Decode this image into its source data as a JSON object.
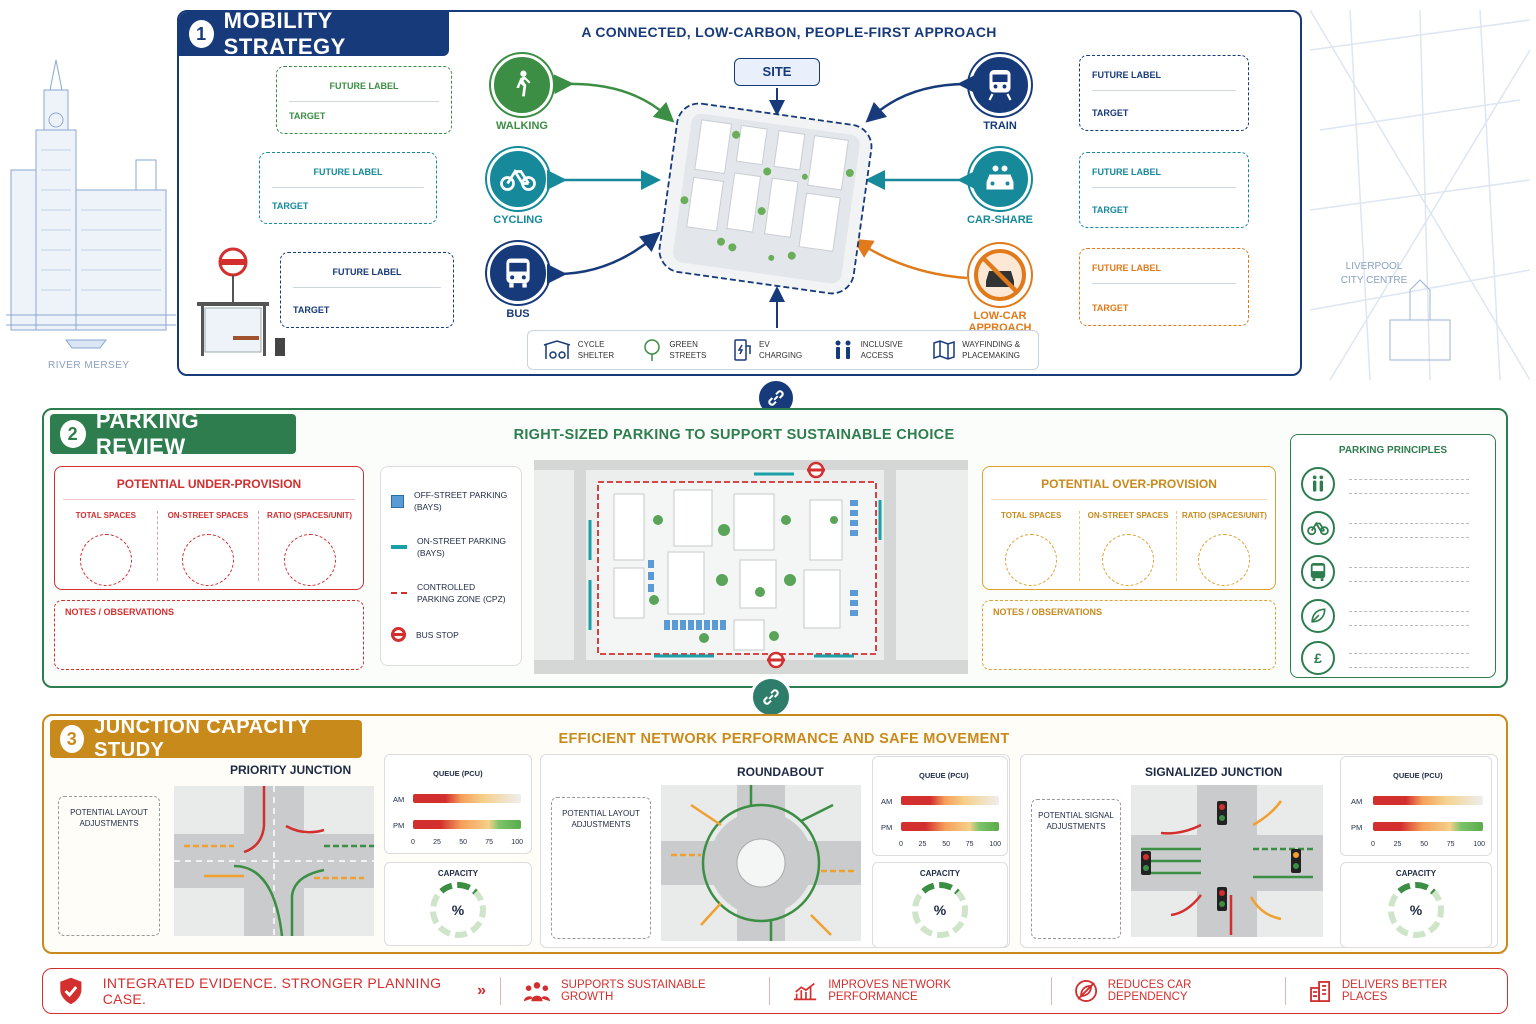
{
  "background": {
    "river_label": "RIVER MERSEY",
    "city_label": "LIVERPOOL CITY CENTRE"
  },
  "s1": {
    "num": "1",
    "title": "MOBILITY STRATEGY",
    "subtitle": "A CONNECTED, LOW-CARBON, PEOPLE-FIRST APPROACH",
    "site": "SITE",
    "modes": {
      "walking": "WALKING",
      "cycling": "CYCLING",
      "bus": "BUS",
      "train": "TRAIN",
      "carshare": "CAR-SHARE",
      "lowcar": "LOW-CAR APPROACH"
    },
    "future": "FUTURE LABEL",
    "target": "TARGET",
    "features": [
      "CYCLE SHELTER",
      "GREEN STREETS",
      "EV CHARGING",
      "INCLUSIVE ACCESS",
      "WAYFINDING & PLACEMAKING"
    ],
    "colors": {
      "navy": "#173a7a",
      "walk": "#3b8e43",
      "teal": "#16899a",
      "orange": "#e07a1a"
    }
  },
  "s2": {
    "num": "2",
    "title": "PARKING REVIEW",
    "subtitle": "RIGHT-SIZED PARKING TO SUPPORT SUSTAINABLE CHOICE",
    "under": "POTENTIAL UNDER-PROVISION",
    "over": "POTENTIAL OVER-PROVISION",
    "cols": [
      "TOTAL SPACES",
      "ON-STREET SPACES",
      "RATIO (SPACES/UNIT)"
    ],
    "notes": "NOTES / OBSERVATIONS",
    "legend": [
      "OFF-STREET PARKING (BAYS)",
      "ON-STREET PARKING (BAYS)",
      "CONTROLLED PARKING ZONE (CPZ)",
      "BUS STOP"
    ],
    "principles": "PARKING PRINCIPLES",
    "colors": {
      "green": "#2e7d4f",
      "red": "#d32f2f",
      "amber": "#e0a030"
    }
  },
  "s3": {
    "num": "3",
    "title": "JUNCTION CAPACITY STUDY",
    "subtitle": "EFFICIENT NETWORK PERFORMANCE AND SAFE MOVEMENT",
    "junctions": [
      {
        "name": "PRIORITY JUNCTION",
        "adj": "POTENTIAL LAYOUT ADJUSTMENTS"
      },
      {
        "name": "ROUNDABOUT",
        "adj": "POTENTIAL LAYOUT ADJUSTMENTS"
      },
      {
        "name": "SIGNALIZED JUNCTION",
        "adj": "POTENTIAL SIGNAL ADJUSTMENTS"
      }
    ],
    "queue": "QUEUE (PCU)",
    "am": "AM",
    "pm": "PM",
    "ticks": [
      "0",
      "25",
      "50",
      "75",
      "100"
    ],
    "capacity": "CAPACITY",
    "pct": "%",
    "colors": {
      "amber": "#c98a1c"
    }
  },
  "footer": {
    "headline": "INTEGRATED EVIDENCE. STRONGER PLANNING CASE.",
    "items": [
      "SUPPORTS SUSTAINABLE GROWTH",
      "IMPROVES NETWORK PERFORMANCE",
      "REDUCES CAR DEPENDENCY",
      "DELIVERS BETTER PLACES"
    ]
  }
}
